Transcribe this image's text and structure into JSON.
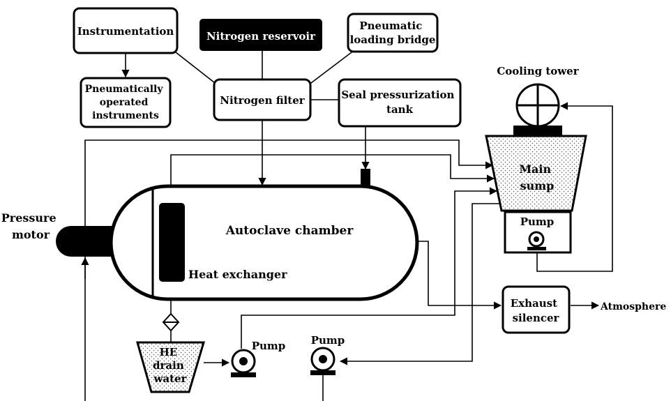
{
  "labels": {
    "instrumentation": "Instrumentation",
    "nitrogen_reservoir": "Nitrogen reservoir",
    "pneumatic_loading_bridge": [
      "Pneumatic",
      "loading bridge"
    ],
    "pneumatic_instruments": [
      "Pneumatically",
      "operated",
      "instruments"
    ],
    "nitrogen_filter": "Nitrogen filter",
    "seal_tank": [
      "Seal pressurization",
      "tank"
    ],
    "cooling_tower": "Cooling tower",
    "main_sump": [
      "Main",
      "sump"
    ],
    "sump_pump": "Pump",
    "pressure_motor": [
      "Pressure",
      "motor"
    ],
    "autoclave_chamber": "Autoclave chamber",
    "heat_exchanger": "Heat exchanger",
    "exhaust_silencer": [
      "Exhaust",
      "silencer"
    ],
    "atmosphere": "Atmosphere",
    "he_drain_water": [
      "HE",
      "drain",
      "water"
    ],
    "pump_1": "Pump",
    "pump_2": "Pump"
  },
  "colors": {
    "stroke": "#000000",
    "fill": "#ffffff",
    "dark_fill": "#000000",
    "stipple": "#555555"
  }
}
